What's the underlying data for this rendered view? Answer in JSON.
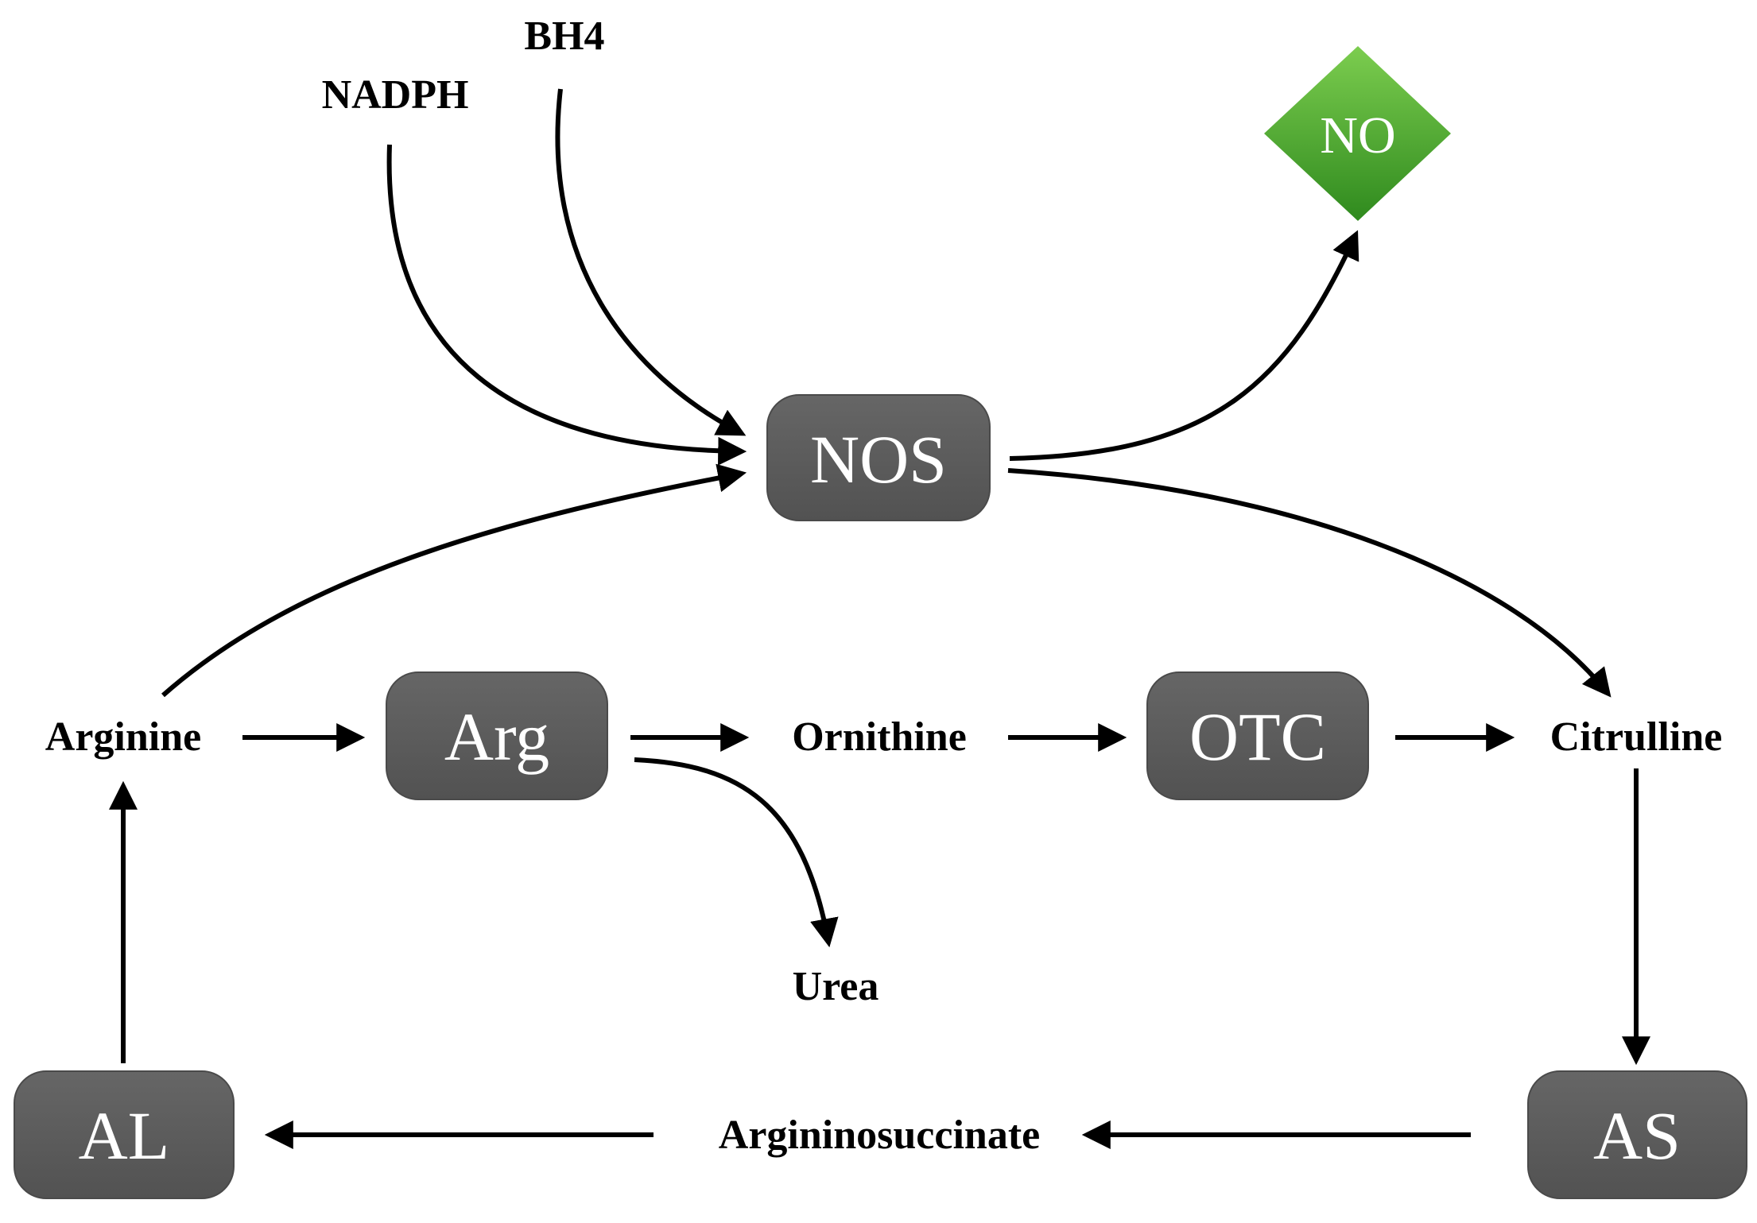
{
  "enzymes": {
    "nos": "NOS",
    "arg": "Arg",
    "otc": "OTC",
    "al": "AL",
    "as": "AS"
  },
  "metabolites": {
    "nadph": "NADPH",
    "bh4": "BH4",
    "arginine": "Arginine",
    "ornithine": "Ornithine",
    "citrulline": "Citrulline",
    "urea": "Urea",
    "argininosuccinate": "Argininosuccinate"
  },
  "product": {
    "no": "NO"
  },
  "colors": {
    "enzyme_fill": "#5b5b5b",
    "product_fill": "#5aaa32",
    "arrow": "#000000",
    "metabolite_text": "#000000",
    "enzyme_text": "#ffffff"
  }
}
